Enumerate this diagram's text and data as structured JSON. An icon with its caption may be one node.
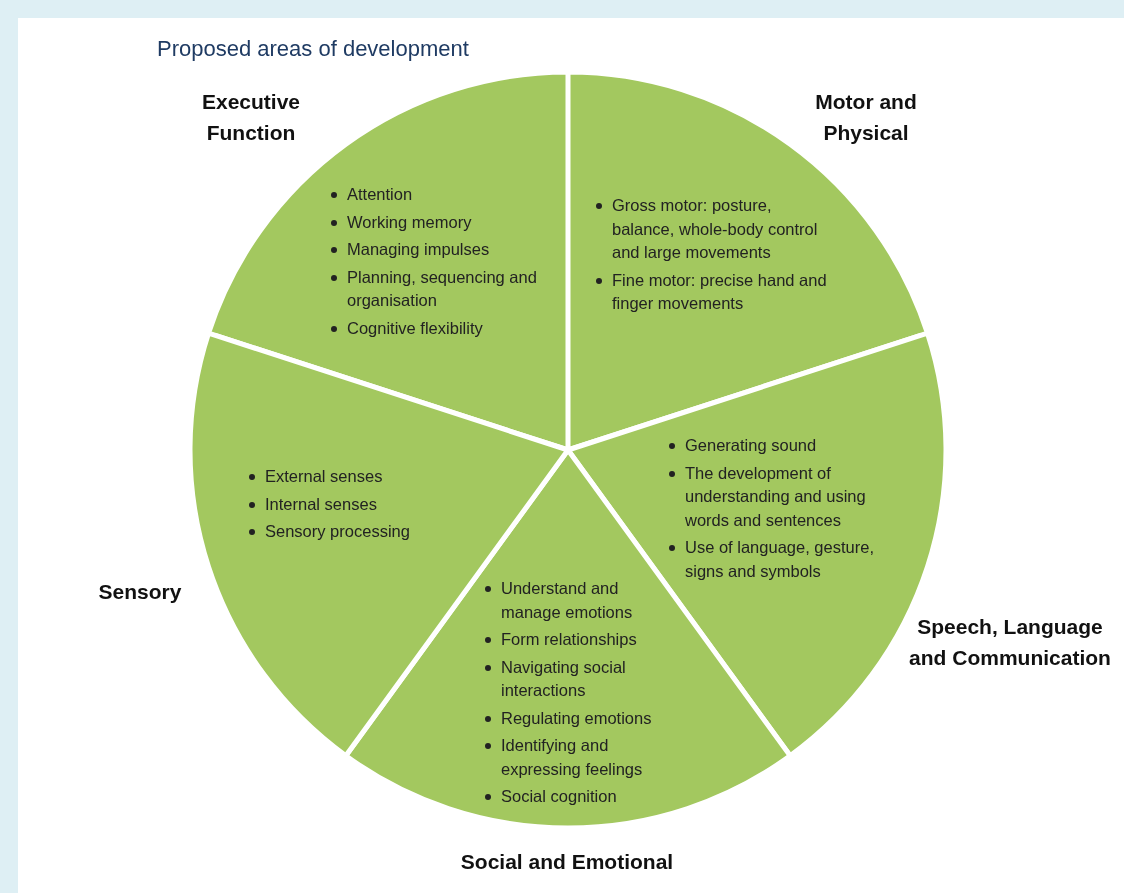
{
  "diagram": {
    "title": "Proposed areas of development",
    "nodes": [
      {
        "text": [
          "Executive Function",
          "Attention",
          "Working memory",
          "Managing impulses",
          "Planning, sequencing and organisation",
          "Cognitive flexibility"
        ]
      },
      {
        "text": [
          "Motor and Physical",
          "Gross motor: posture, balance, whole-body control and large movements",
          "Fine motor: precise hand and finger movements"
        ]
      },
      {
        "text": [
          "Speech, Language and Communication",
          "Generating sound",
          "The development of understanding and using words and sentences",
          "Use of language, gesture, signs and symbols"
        ]
      },
      {
        "text": [
          "Social and Emotional",
          "Understand and manage emotions",
          "Form relationships",
          "Navigating social interactions",
          "Regulating emotions",
          "Identifying and expressing feelings",
          "Social cognition"
        ]
      },
      {
        "text": [
          "Sensory",
          "External senses",
          "Internal senses",
          "Sensory processing"
        ]
      }
    ]
  }
}
